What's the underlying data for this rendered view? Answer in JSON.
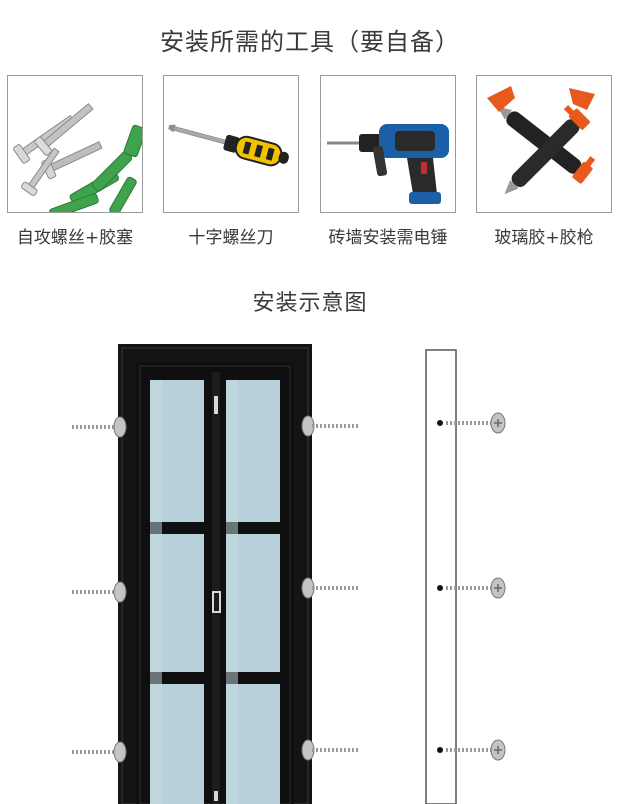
{
  "tools_section": {
    "title": "安装所需的工具（要自备）",
    "items": [
      {
        "label": "自攻螺丝+胶塞",
        "icon": "screws-and-anchors-icon"
      },
      {
        "label": "十字螺丝刀",
        "icon": "screwdriver-icon"
      },
      {
        "label": "砖墙安装需电锤",
        "icon": "hammer-drill-icon"
      },
      {
        "label": "玻璃胶+胶枪",
        "icon": "caulking-gun-icon"
      }
    ]
  },
  "diagram_section": {
    "title": "安装示意图"
  },
  "colors": {
    "frame": "#141414",
    "glass": "#b8d0da",
    "drill_blue": "#1b5fa8",
    "screwdriver_yellow": "#f2c200",
    "gun_orange": "#e8591c",
    "anchor_green": "#3fa34d"
  }
}
